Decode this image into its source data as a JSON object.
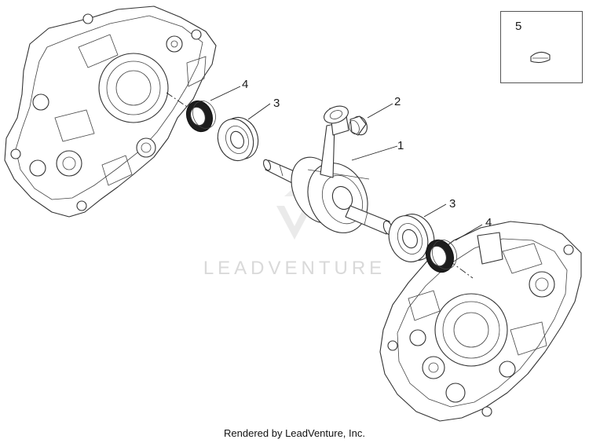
{
  "diagram": {
    "callouts": [
      "1",
      "2",
      "3",
      "4",
      "3",
      "4"
    ],
    "inset_label": "5",
    "watermark": "LEADVENTURE",
    "footer": "Rendered by LeadVenture, Inc."
  }
}
